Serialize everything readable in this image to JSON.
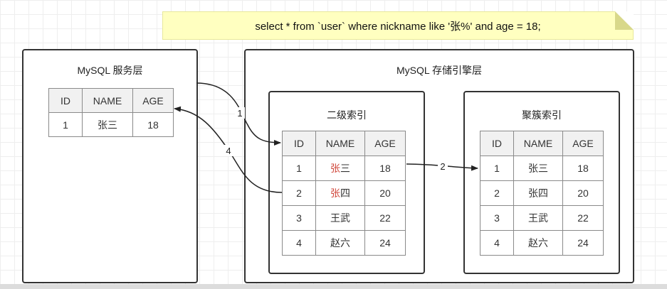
{
  "query": "select * from `user` where nickname like '张%' and age = 18;",
  "server_layer": {
    "title": "MySQL 服务层",
    "headers": [
      "ID",
      "NAME",
      "AGE"
    ],
    "rows": [
      [
        "1",
        "张三",
        "18"
      ]
    ]
  },
  "engine_layer": {
    "title": "MySQL 存储引擎层",
    "secondary_index": {
      "title": "二级索引",
      "headers": [
        "ID",
        "NAME",
        "AGE"
      ],
      "rows": [
        {
          "id": "1",
          "name_hl": "张",
          "name_rest": "三",
          "age": "18"
        },
        {
          "id": "2",
          "name_hl": "张",
          "name_rest": "四",
          "age": "20"
        },
        {
          "id": "3",
          "name_hl": "",
          "name_rest": "王武",
          "age": "22"
        },
        {
          "id": "4",
          "name_hl": "",
          "name_rest": "赵六",
          "age": "24"
        }
      ]
    },
    "clustered_index": {
      "title": "聚簇索引",
      "headers": [
        "ID",
        "NAME",
        "AGE"
      ],
      "rows": [
        [
          "1",
          "张三",
          "18"
        ],
        [
          "2",
          "张四",
          "20"
        ],
        [
          "3",
          "王武",
          "22"
        ],
        [
          "4",
          "赵六",
          "24"
        ]
      ]
    }
  },
  "arrows": {
    "step1": "1",
    "step2": "2",
    "step4": "4"
  },
  "colors": {
    "highlight": "#d0463a",
    "note_bg": "#ffffc0"
  }
}
